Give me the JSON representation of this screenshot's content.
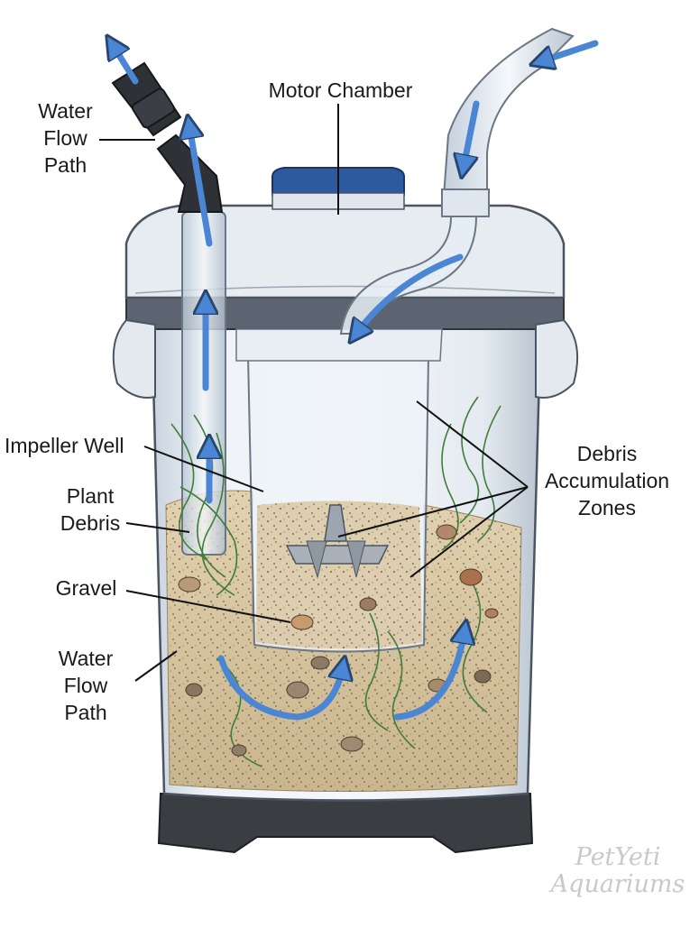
{
  "labels": {
    "motor_chamber": "Motor Chamber",
    "water_flow_top": [
      "Water",
      "Flow",
      "Path"
    ],
    "impeller_well": "Impeller Well",
    "plant_debris": [
      "Plant",
      "Debris"
    ],
    "gravel": "Gravel",
    "water_flow_bottom": [
      "Water",
      "Flow",
      "Path"
    ],
    "debris_zones": [
      "Debris",
      "Accumulation",
      "Zones"
    ]
  },
  "watermark": [
    "PetYeti",
    "Aquariums"
  ],
  "colors": {
    "flow_arrow": "#4a86d4",
    "canister_lid": "#2d5a9e",
    "plastic": "#dfe6ee",
    "gravel": "#d8c49e",
    "plant": "#3f7d3a",
    "base": "#3a3d42"
  }
}
